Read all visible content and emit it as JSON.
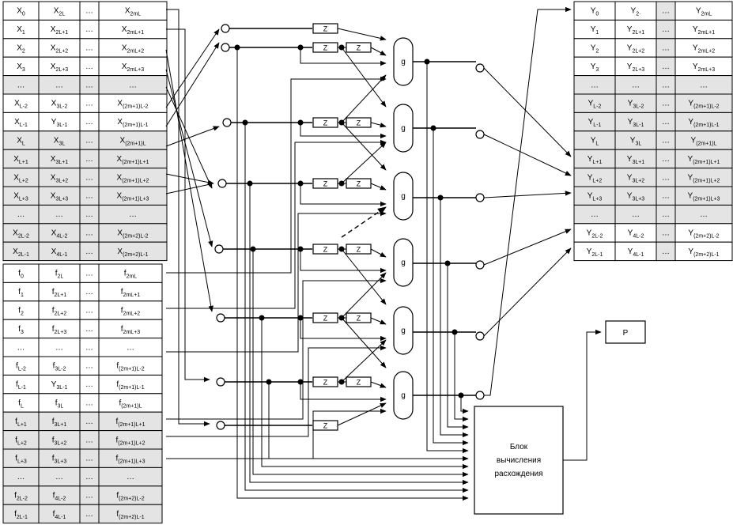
{
  "table_x": {
    "rows": [
      [
        "X0",
        "X2L",
        "…",
        "X2mL"
      ],
      [
        "X1",
        "X2L+1",
        "…",
        "X2mL+1"
      ],
      [
        "X2",
        "X2L+2",
        "…",
        "X2mL+2"
      ],
      [
        "X3",
        "X2L+3",
        "…",
        "X2mL+3"
      ],
      [
        "…",
        "…",
        "…",
        "…"
      ],
      [
        "XL-2",
        "X3L-2",
        "…",
        "X(2m+1)L-2"
      ],
      [
        "XL-1",
        "Y3L-1",
        "…",
        "X(2m+1)L-1"
      ],
      [
        "XL",
        "X3L",
        "…",
        "X(2m+1)L"
      ],
      [
        "XL+1",
        "X3L+1",
        "…",
        "X(2m+1)L+1"
      ],
      [
        "XL+2",
        "X3L+2",
        "…",
        "X(2m+1)L+2"
      ],
      [
        "XL+3",
        "X3L+3",
        "…",
        "X(2m+1)L+3"
      ],
      [
        "…",
        "…",
        "…",
        "…"
      ],
      [
        "X2L-2",
        "X4L-2",
        "…",
        "X(2m+2)L-2"
      ],
      [
        "X2L-1",
        "X4L-1",
        "…",
        "X(2m+2)L-1"
      ]
    ]
  },
  "table_f": {
    "rows": [
      [
        "f0",
        "f2L",
        "…",
        "f2mL"
      ],
      [
        "f1",
        "f2L+1",
        "…",
        "f2mL+1"
      ],
      [
        "f2",
        "f2L+2",
        "…",
        "f2mL+2"
      ],
      [
        "f3",
        "f2L+3",
        "…",
        "f2mL+3"
      ],
      [
        "…",
        "…",
        "…",
        "…"
      ],
      [
        "fL-2",
        "f3L-2",
        "…",
        "f(2m+1)L-2"
      ],
      [
        "fL-1",
        "Y3L-1",
        "…",
        "f(2m+1)L-1"
      ],
      [
        "fL",
        "f3L",
        "…",
        "f(2m+1)L"
      ],
      [
        "fL+1",
        "f3L+1",
        "…",
        "f(2m+1)L+1"
      ],
      [
        "fL+2",
        "f3L+2",
        "…",
        "f(2m+1)L+2"
      ],
      [
        "fL+3",
        "f3L+3",
        "…",
        "f(2m+1)L+3"
      ],
      [
        "…",
        "…",
        "…",
        "…"
      ],
      [
        "f2L-2",
        "f4L-2",
        "…",
        "f(2m+2)L-2"
      ],
      [
        "f2L-1",
        "f4L-1",
        "…",
        "f(2m+2)L-1"
      ]
    ]
  },
  "table_y": {
    "rows": [
      [
        "Y0",
        "Y2·",
        "…",
        "Y2mL"
      ],
      [
        "Y1",
        "Y2L+1",
        "…",
        "Y2mL+1"
      ],
      [
        "Y2",
        "Y2L+2",
        "…",
        "Y2mL+2"
      ],
      [
        "Y3",
        "Y2L+3",
        "…",
        "Y2mL+3"
      ],
      [
        "…",
        "…",
        "…",
        "…"
      ],
      [
        "YL-2",
        "Y3L-2",
        "…",
        "Y(2m+1)L-2"
      ],
      [
        "YL-1",
        "Y3L-1",
        "…",
        "Y(2m+1)L-1"
      ],
      [
        "YL",
        "Y3L",
        "…",
        "Y(2m+1)L"
      ],
      [
        "YL+1",
        "Y3L+1",
        "…",
        "Y(2m+1)L+1"
      ],
      [
        "YL+2",
        "Y3L+2",
        "…",
        "Y(2m+1)L+2"
      ],
      [
        "YL+3",
        "Y3L+3",
        "…",
        "Y(2m+1)L+3"
      ],
      [
        "…",
        "…",
        "…",
        "…"
      ],
      [
        "Y2L-2",
        "Y4L-2",
        "…",
        "Y(2m+2)L-2"
      ],
      [
        "Y2L-1",
        "Y4L-1",
        "…",
        "Y(2m+2)L-1"
      ]
    ]
  },
  "delay_label": "Z",
  "g_label": "g",
  "output_label": "P",
  "divergence_block": {
    "line1": "Блок",
    "line2": "вычисления",
    "line3": "расхождения"
  },
  "colors": {
    "cell_white": "#ffffff",
    "cell_gray": "#e4e4e4"
  }
}
